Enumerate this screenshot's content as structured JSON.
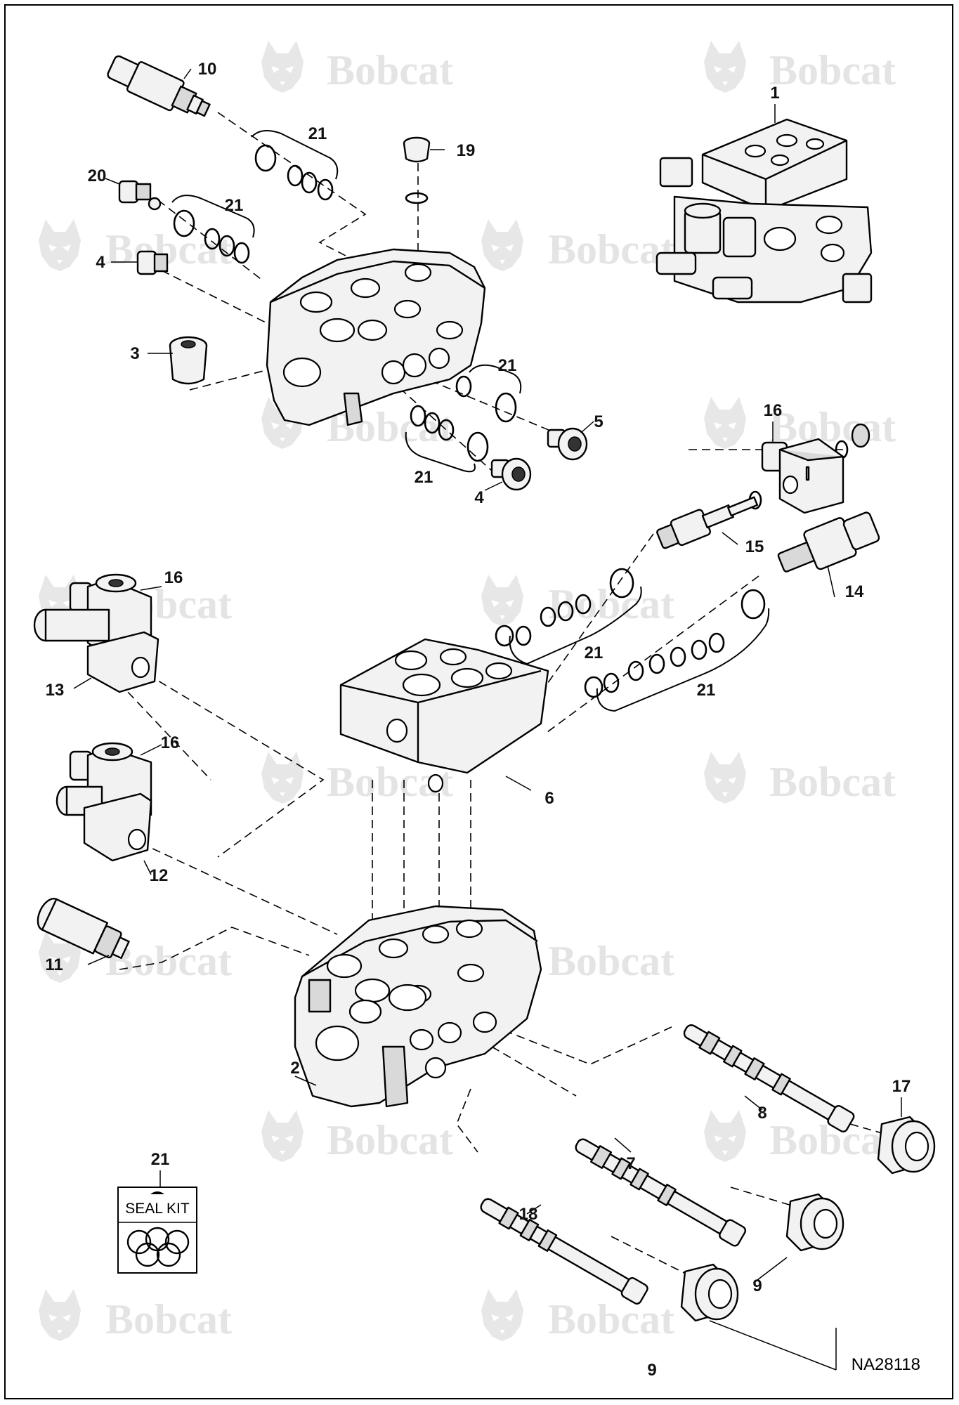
{
  "diagram": {
    "watermark": "Bobcat",
    "drawing_code": "NA28118",
    "seal_kit_label": "SEAL KIT",
    "callouts": {
      "c1": "1",
      "c2": "2",
      "c3": "3",
      "c4a": "4",
      "c4b": "4",
      "c5": "5",
      "c6": "6",
      "c7": "7",
      "c8": "8",
      "c9a": "9",
      "c9b": "9",
      "c10": "10",
      "c11": "11",
      "c12": "12",
      "c13": "13",
      "c14": "14",
      "c15": "15",
      "c16a": "16",
      "c16b": "16",
      "c16c": "16",
      "c17": "17",
      "c18": "18",
      "c19": "19",
      "c20": "20",
      "c21a": "21",
      "c21b": "21",
      "c21c": "21",
      "c21d": "21",
      "c21e": "21",
      "c21f": "21",
      "c21g": "21"
    }
  }
}
